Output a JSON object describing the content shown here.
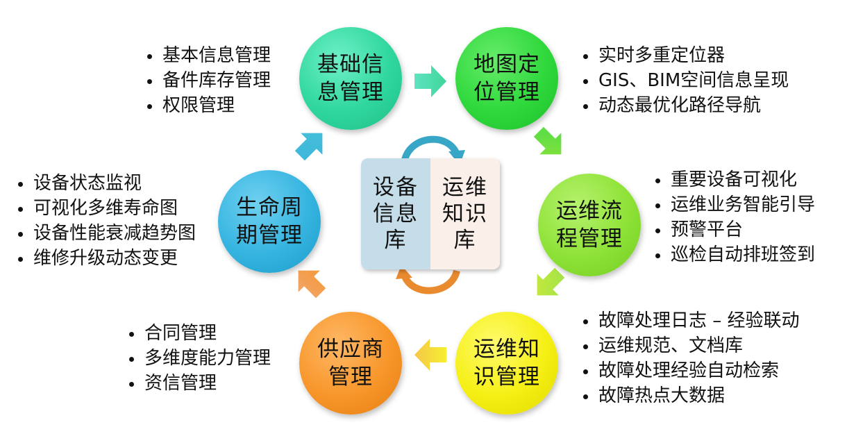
{
  "colors": {
    "base_info": "#2fd79e",
    "map_location": "#2fd83c",
    "ops_process": "#8ee237",
    "ops_knowledge": "#f5ef14",
    "supplier": "#f7962a",
    "lifecycle": "#35b4e0",
    "center_left": "#c5dde8",
    "center_right": "#fbefe9"
  },
  "nodes": {
    "base_info": {
      "label": "基础信息管理",
      "items": [
        "基本信息管理",
        "备件库存管理",
        "权限管理"
      ]
    },
    "map_location": {
      "label": "地图定位管理",
      "items": [
        "实时多重定位器",
        "GIS、BIM空间信息呈现",
        "动态最优化路径导航"
      ]
    },
    "ops_process": {
      "label": "运维流程管理",
      "items": [
        "重要设备可视化",
        "运维业务智能引导",
        "预警平台",
        "巡检自动排班签到"
      ]
    },
    "ops_knowledge": {
      "label": "运维知识管理",
      "items": [
        "故障处理日志 – 经验联动",
        "运维规范、文档库",
        "故障处理经验自动检索",
        "故障热点大数据"
      ]
    },
    "supplier": {
      "label": "供应商管理",
      "items": [
        "合同管理",
        "多维度能力管理",
        "资信管理"
      ]
    },
    "lifecycle": {
      "label": "生命周期管理",
      "items": [
        "设备状态监视",
        "可视化多维寿命图",
        "设备性能衰减趋势图",
        "维修升级动态变更"
      ]
    }
  },
  "center": {
    "left": "设备信息库",
    "right": "运维知识库"
  }
}
